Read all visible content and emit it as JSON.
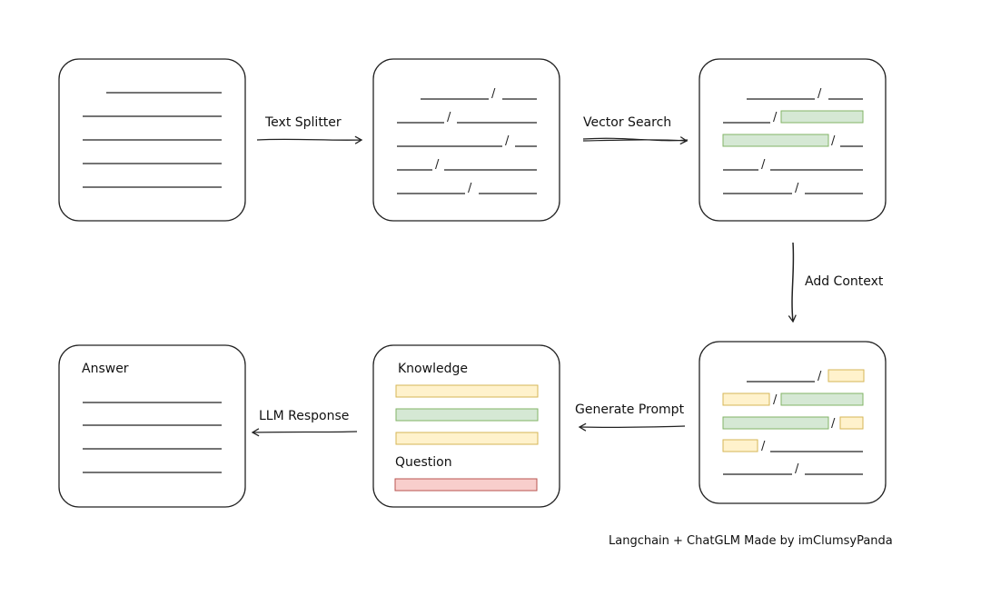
{
  "labels": {
    "text_splitter": "Text Splitter",
    "vector_search": "Vector Search",
    "add_context": "Add Context",
    "generate_prompt": "Generate Prompt",
    "llm_response": "LLM Response"
  },
  "boxes": {
    "answer_title": "Answer",
    "knowledge_title": "Knowledge",
    "question_title": "Question"
  },
  "credit": "Langchain + ChatGLM Made by imClumsyPanda",
  "colors": {
    "stroke": "#222222",
    "green_fill": "#d5e8d4",
    "green_stroke": "#82b366",
    "yellow_fill": "#fff2cc",
    "yellow_stroke": "#d6b656",
    "red_fill": "#f8cecc",
    "red_stroke": "#b85450"
  }
}
